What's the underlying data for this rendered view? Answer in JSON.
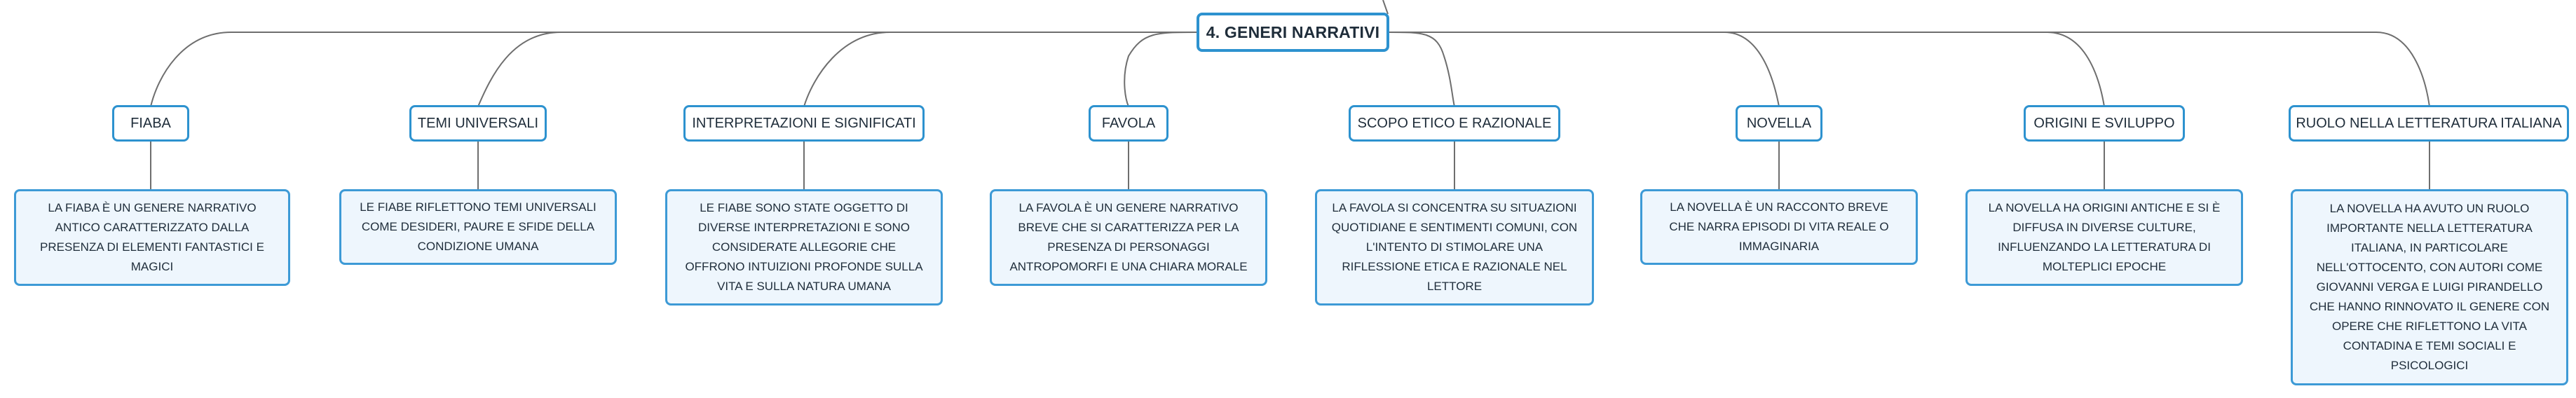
{
  "root": {
    "label": "4. GENERI NARRATIVI"
  },
  "topics": [
    {
      "label": "FIABA",
      "description": "LA FIABA È UN GENERE NARRATIVO ANTICO CARATTERIZZATO DALLA PRESENZA DI ELEMENTI FANTASTICI E MAGICI"
    },
    {
      "label": "TEMI UNIVERSALI",
      "description": "LE FIABE RIFLETTONO TEMI UNIVERSALI COME DESIDERI, PAURE E SFIDE DELLA CONDIZIONE UMANA"
    },
    {
      "label": "INTERPRETAZIONI E SIGNIFICATI",
      "description": "LE FIABE SONO STATE OGGETTO DI DIVERSE INTERPRETAZIONI E SONO CONSIDERATE ALLEGORIE CHE OFFRONO INTUIZIONI PROFONDE SULLA VITA E SULLA NATURA UMANA"
    },
    {
      "label": "FAVOLA",
      "description": "LA FAVOLA È UN GENERE NARRATIVO BREVE CHE SI CARATTERIZZA PER LA PRESENZA DI PERSONAGGI ANTROPOMORFI E UNA CHIARA MORALE"
    },
    {
      "label": "SCOPO ETICO E RAZIONALE",
      "description": "LA FAVOLA SI CONCENTRA SU SITUAZIONI QUOTIDIANE E SENTIMENTI COMUNI, CON L'INTENTO DI STIMOLARE UNA RIFLESSIONE ETICA E RAZIONALE NEL LETTORE"
    },
    {
      "label": "NOVELLA",
      "description": "LA NOVELLA È UN RACCONTO BREVE CHE NARRA EPISODI DI VITA REALE O IMMAGINARIA"
    },
    {
      "label": "ORIGINI E SVILUPPO",
      "description": "LA NOVELLA HA ORIGINI ANTICHE E SI È DIFFUSA IN DIVERSE CULTURE, INFLUENZANDO LA LETTERATURA DI MOLTEPLICI EPOCHE"
    },
    {
      "label": "RUOLO NELLA LETTERATURA ITALIANA",
      "description": "LA NOVELLA HA AVUTO UN RUOLO IMPORTANTE NELLA LETTERATURA ITALIANA, IN PARTICOLARE NELL'OTTOCENTO, CON AUTORI COME GIOVANNI VERGA E LUIGI PIRANDELLO CHE HANNO RINNOVATO IL GENERE CON OPERE CHE RIFLETTONO LA VITA CONTADINA E TEMI SOCIALI E PSICOLOGICI"
    }
  ]
}
